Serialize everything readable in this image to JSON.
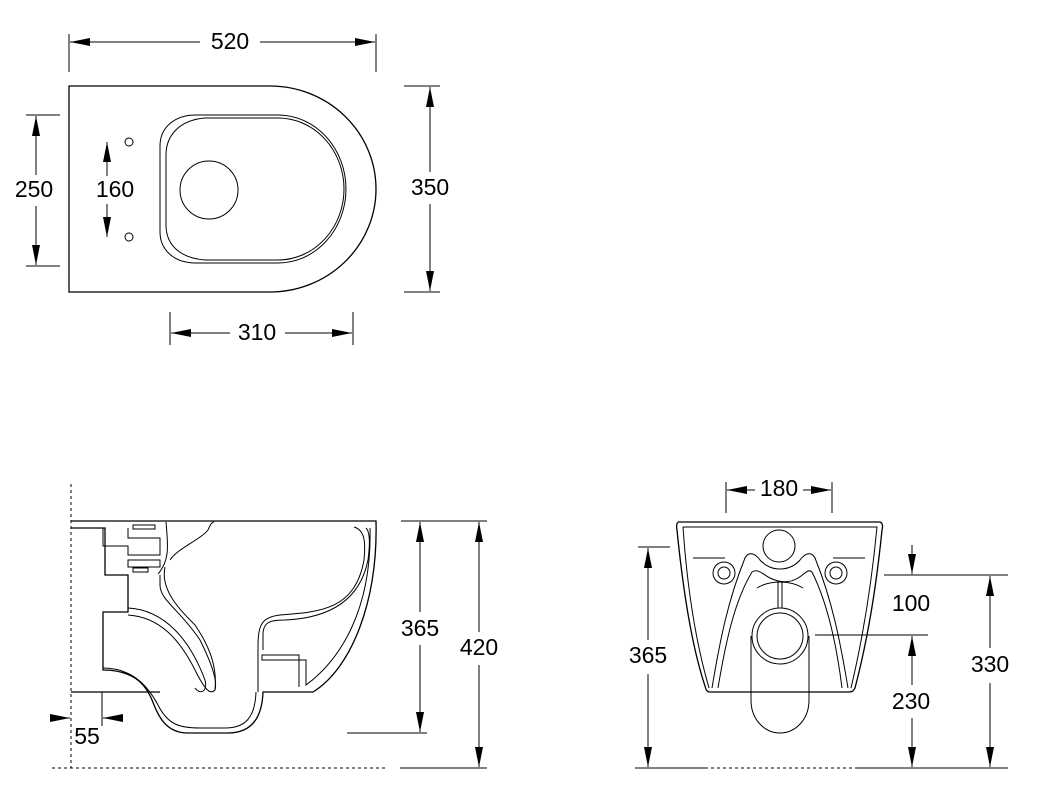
{
  "drawing": {
    "top_view": {
      "width": "520",
      "depth": "350",
      "seat_depth": "250",
      "hole_spacing": "160",
      "front_length": "310"
    },
    "side_view": {
      "bowl_height": "365",
      "total_height": "420",
      "wall_offset": "55"
    },
    "front_view": {
      "inlet_spacing": "180",
      "bowl_height": "365",
      "outlet_offset": "100",
      "outlet_height": "230",
      "fixing_height": "330"
    },
    "colors": {
      "line": "#000000",
      "background": "#ffffff"
    }
  }
}
